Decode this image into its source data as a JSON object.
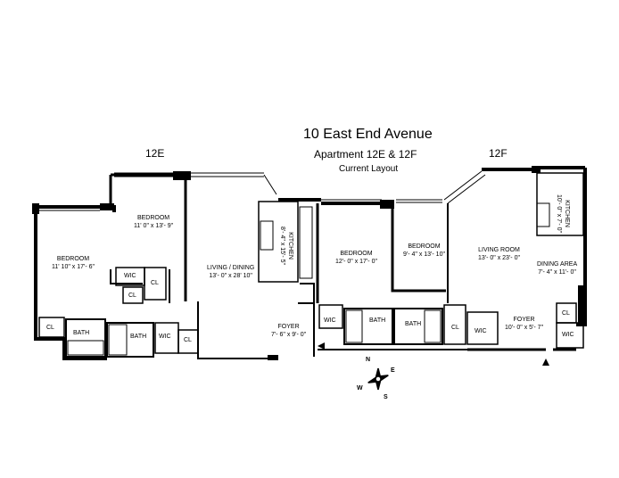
{
  "header": {
    "title": "10 East End Avenue",
    "subtitle": "Apartment 12E & 12F",
    "layout": "Current Layout"
  },
  "units": {
    "east": "12E",
    "west": "12F"
  },
  "rooms": {
    "bedroom_a": {
      "name": "BEDROOM",
      "dims": "11' 10\" x 17'- 6\""
    },
    "bedroom_b": {
      "name": "BEDROOM",
      "dims": "11' 0\" x 13'- 9\""
    },
    "living_dining": {
      "name": "LIVING / DINING",
      "dims": "13'- 0\" x 28' 10\""
    },
    "kitchen_e": {
      "name": "KITCHEN",
      "dims": "8'- 4\" x 15'- 5\""
    },
    "foyer_e": {
      "name": "FOYER",
      "dims": "7'- 6\" x 9'- 0\""
    },
    "bedroom_c": {
      "name": "BEDROOM",
      "dims": "12'- 0\" x 17'- 0\""
    },
    "bedroom_d": {
      "name": "BEDROOM",
      "dims": "9'- 4\" x 13'- 10\""
    },
    "living_room": {
      "name": "LIVING ROOM",
      "dims": "13'- 0\" x 23'- 0\""
    },
    "kitchen_f": {
      "name": "KITCHEN",
      "dims": "10'- 0\" x 7'- 0\""
    },
    "dining_area": {
      "name": "DINING AREA",
      "dims": "7'- 4\" x 11'- 0\""
    },
    "foyer_f": {
      "name": "FOYER",
      "dims": "10'- 0\" x 5'- 7\""
    }
  },
  "fixtures": {
    "wic": "WIC",
    "cl": "CL",
    "bath": "BATH"
  },
  "compass": {
    "n": "N",
    "e": "E",
    "s": "S",
    "w": "W"
  }
}
